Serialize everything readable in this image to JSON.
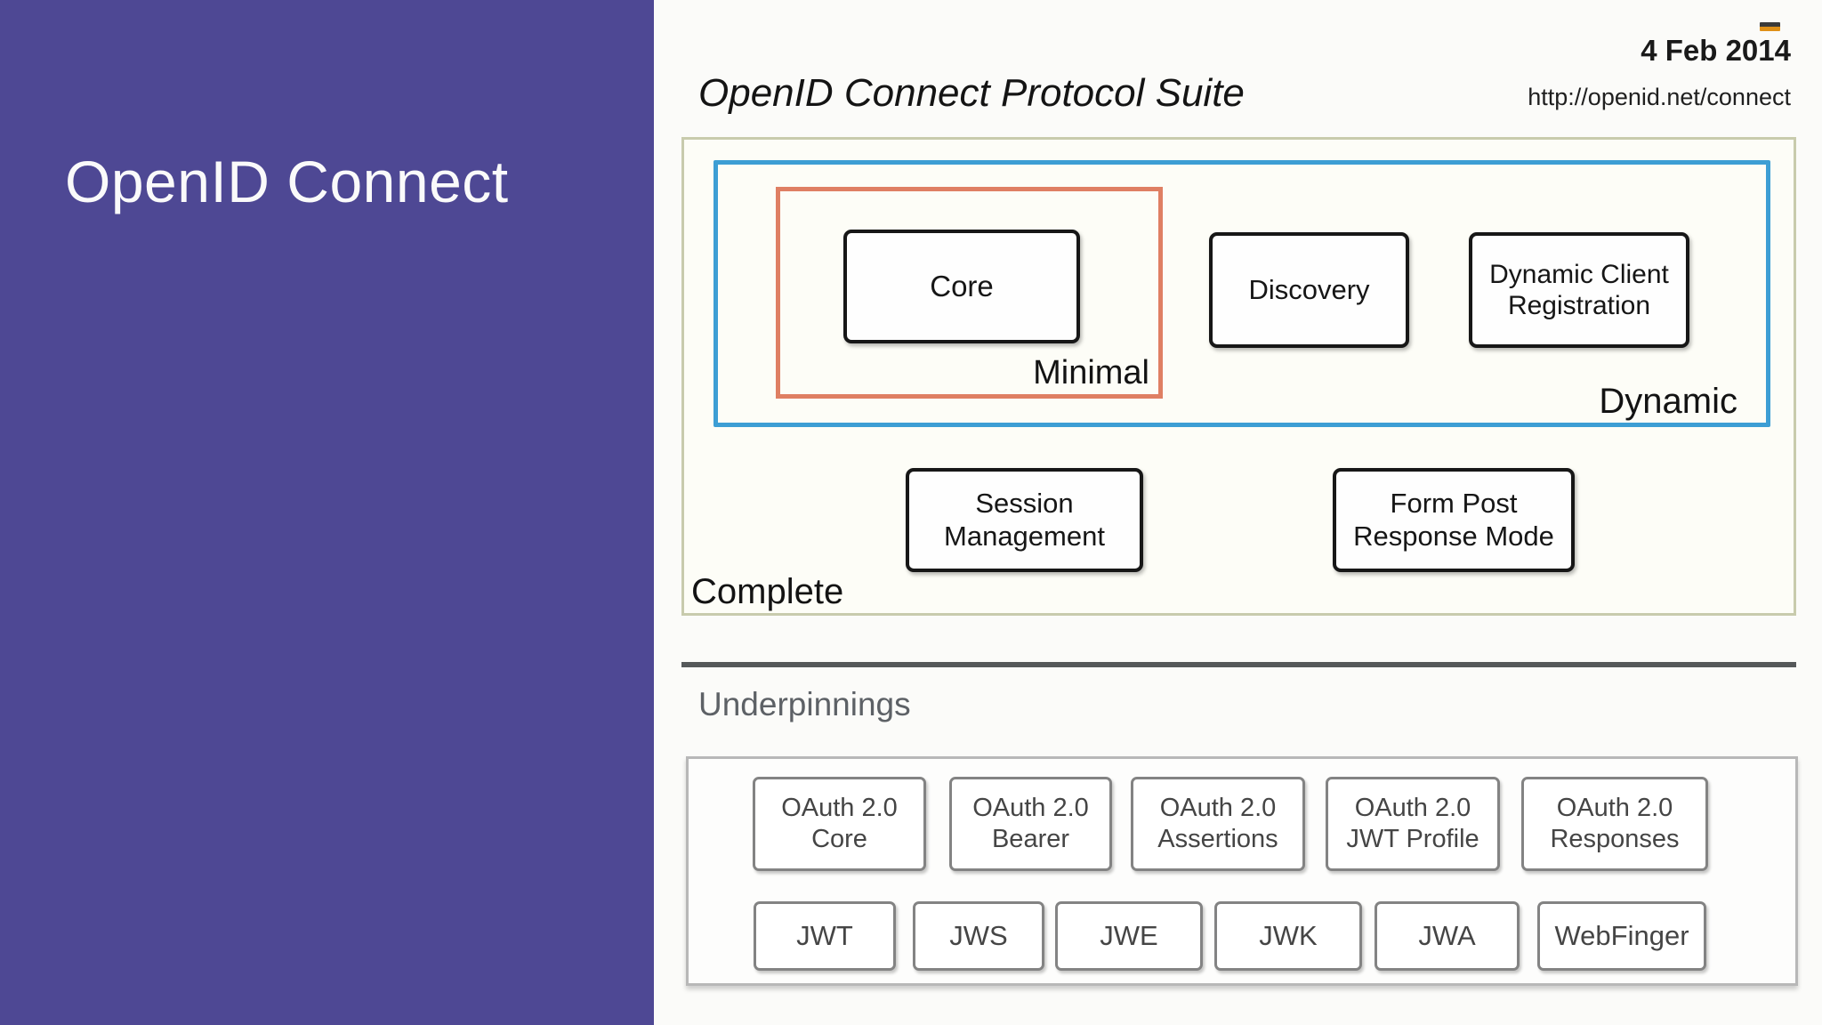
{
  "sidebar": {
    "title": "OpenID Connect",
    "background_color": "#4e4894"
  },
  "header": {
    "title": "OpenID Connect Protocol Suite",
    "date": "4 Feb 2014",
    "url": "http://openid.net/connect"
  },
  "diagram": {
    "groups": {
      "complete": "Complete",
      "dynamic": "Dynamic",
      "minimal": "Minimal"
    },
    "boxes": {
      "core": "Core",
      "discovery": "Discovery",
      "dynamic_client_registration": "Dynamic Client Registration",
      "session_management": "Session Management",
      "form_post_response_mode": "Form Post Response Mode"
    },
    "colors": {
      "minimal_border": "#df7f63",
      "dynamic_border": "#3d9ed4",
      "complete_border": "#c8cbad",
      "spec_box_border": "#171717",
      "underpinning_box_border": "#838383"
    }
  },
  "underpinnings": {
    "label": "Underpinnings",
    "row1": [
      "OAuth 2.0 Core",
      "OAuth 2.0 Bearer",
      "OAuth 2.0 Assertions",
      "OAuth 2.0 JWT Profile",
      "OAuth 2.0 Responses"
    ],
    "row2": [
      "JWT",
      "JWS",
      "JWE",
      "JWK",
      "JWA",
      "WebFinger"
    ]
  },
  "marker_icon": {
    "top_color": "#3a3a3a",
    "bottom_color": "#df9018"
  }
}
